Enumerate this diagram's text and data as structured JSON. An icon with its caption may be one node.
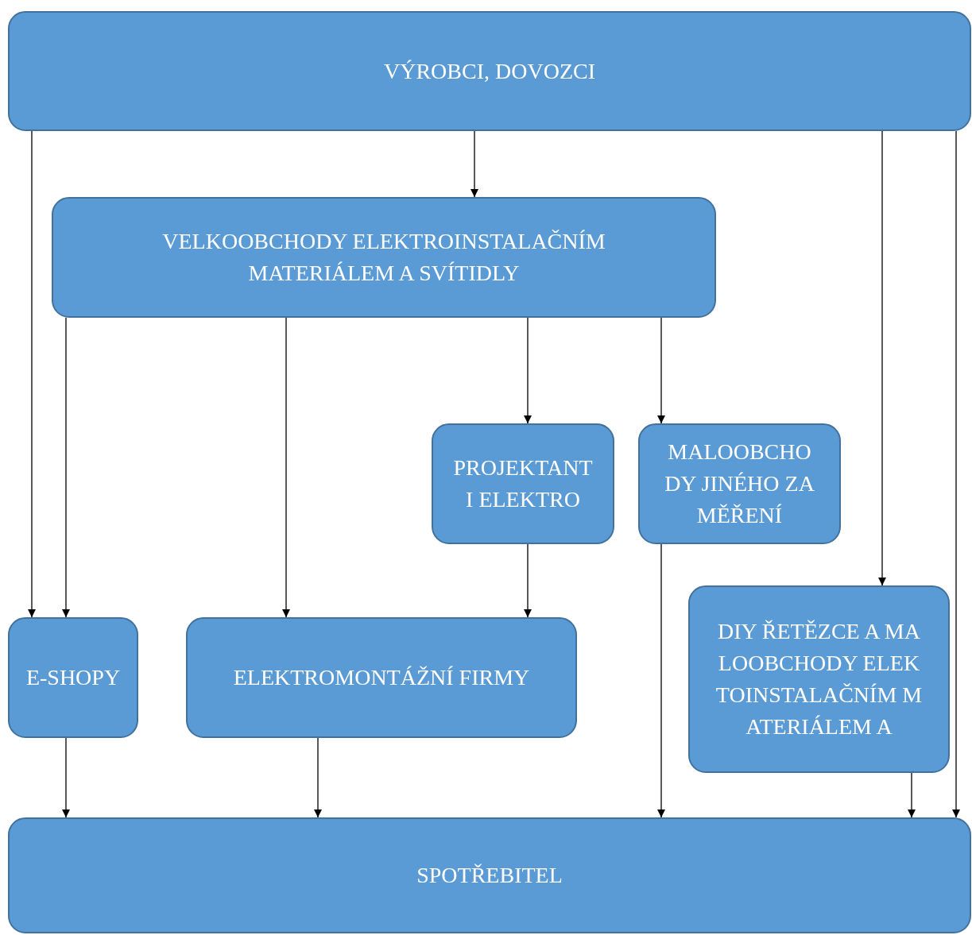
{
  "diagram": {
    "nodes": [
      {
        "text": [
          "VÝROBCI, DOVOZCI"
        ]
      },
      {
        "text": [
          "VELKOOBCHODY ELEKTROINSTALAČNÍM MATERIÁLEM A SVÍTIDLY"
        ]
      },
      {
        "text": [
          "PROJEKTANTI ELEKTRO"
        ]
      },
      {
        "text": [
          "MALOOBCHODY JINÉHO ZAMĚŘENÍ"
        ]
      },
      {
        "text": [
          "E-SHOPY"
        ]
      },
      {
        "text": [
          "ELEKTROMONTÁŽNÍ FIRMY"
        ]
      },
      {
        "text": [
          "DIY ŘETĚZCE A MALOOBCHODY ELEKTOINSTALAČNÍM MATERIÁLEM A"
        ]
      },
      {
        "text": [
          "SPOTŘEBITEL"
        ]
      }
    ],
    "edges": [
      {
        "from": 0,
        "to": 4,
        "arrow": "to"
      },
      {
        "from": 0,
        "to": 1,
        "arrow": "to"
      },
      {
        "from": 0,
        "to": 6,
        "arrow": "to"
      },
      {
        "from": 0,
        "to": 7,
        "arrow": "to"
      },
      {
        "from": 1,
        "to": 4,
        "arrow": "to"
      },
      {
        "from": 1,
        "to": 5,
        "arrow": "to"
      },
      {
        "from": 1,
        "to": 2,
        "arrow": "to"
      },
      {
        "from": 1,
        "to": 3,
        "arrow": "to"
      },
      {
        "from": 2,
        "to": 5,
        "arrow": "to"
      },
      {
        "from": 4,
        "to": 7,
        "arrow": "to"
      },
      {
        "from": 5,
        "to": 7,
        "arrow": "to"
      },
      {
        "from": 3,
        "to": 7,
        "arrow": "to"
      },
      {
        "from": 6,
        "to": 7,
        "arrow": "to"
      }
    ]
  }
}
